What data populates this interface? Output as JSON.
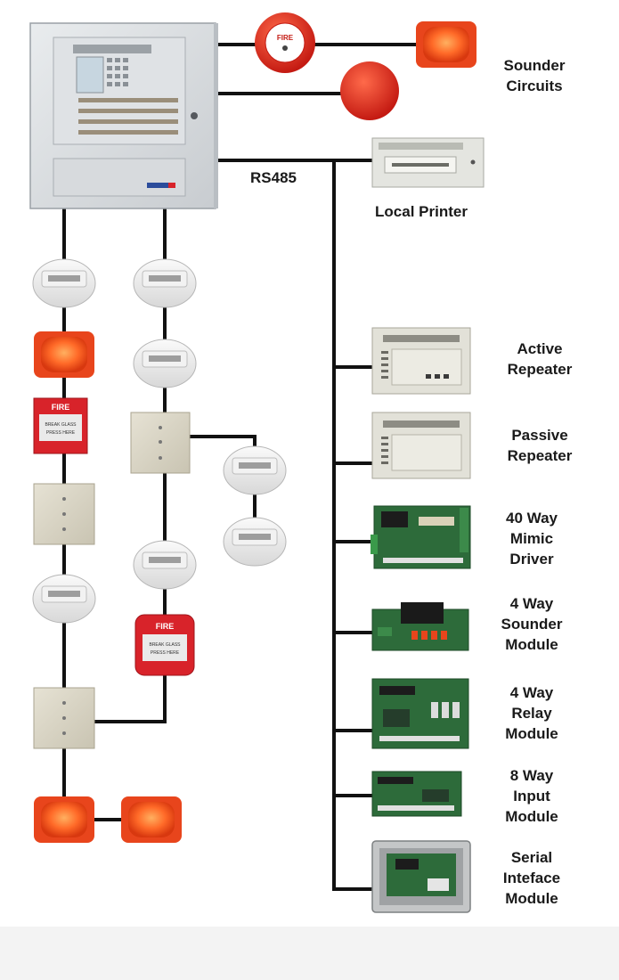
{
  "labels": {
    "sounder_circuits": [
      "Sounder",
      "Circuits"
    ],
    "rs485": "RS485",
    "local_printer": "Local Printer",
    "active_repeater": [
      "Active",
      "Repeater"
    ],
    "passive_repeater": [
      "Passive",
      "Repeater"
    ],
    "mimic_driver": [
      "40 Way",
      "Mimic",
      "Driver"
    ],
    "sounder_module": [
      "4 Way",
      "Sounder",
      "Module"
    ],
    "relay_module": [
      "4 Way",
      "Relay",
      "Module"
    ],
    "input_module": [
      "8 Way",
      "Input",
      "Module"
    ],
    "serial_module": [
      "Serial",
      "Inteface",
      "Module"
    ]
  },
  "device_text": {
    "fire": "FIRE",
    "break_glass": "BREAK GLASS",
    "press_here": "PRESS HERE"
  },
  "colors": {
    "wire": "#111111",
    "sounder_red": "#e8451c",
    "sounder_orange": "#ff7a2e",
    "call_point_red": "#d8232a",
    "panel_grey": "#d9dcdf",
    "module_beige": "#dcd8c8",
    "pcb_green": "#2d6b3a"
  }
}
